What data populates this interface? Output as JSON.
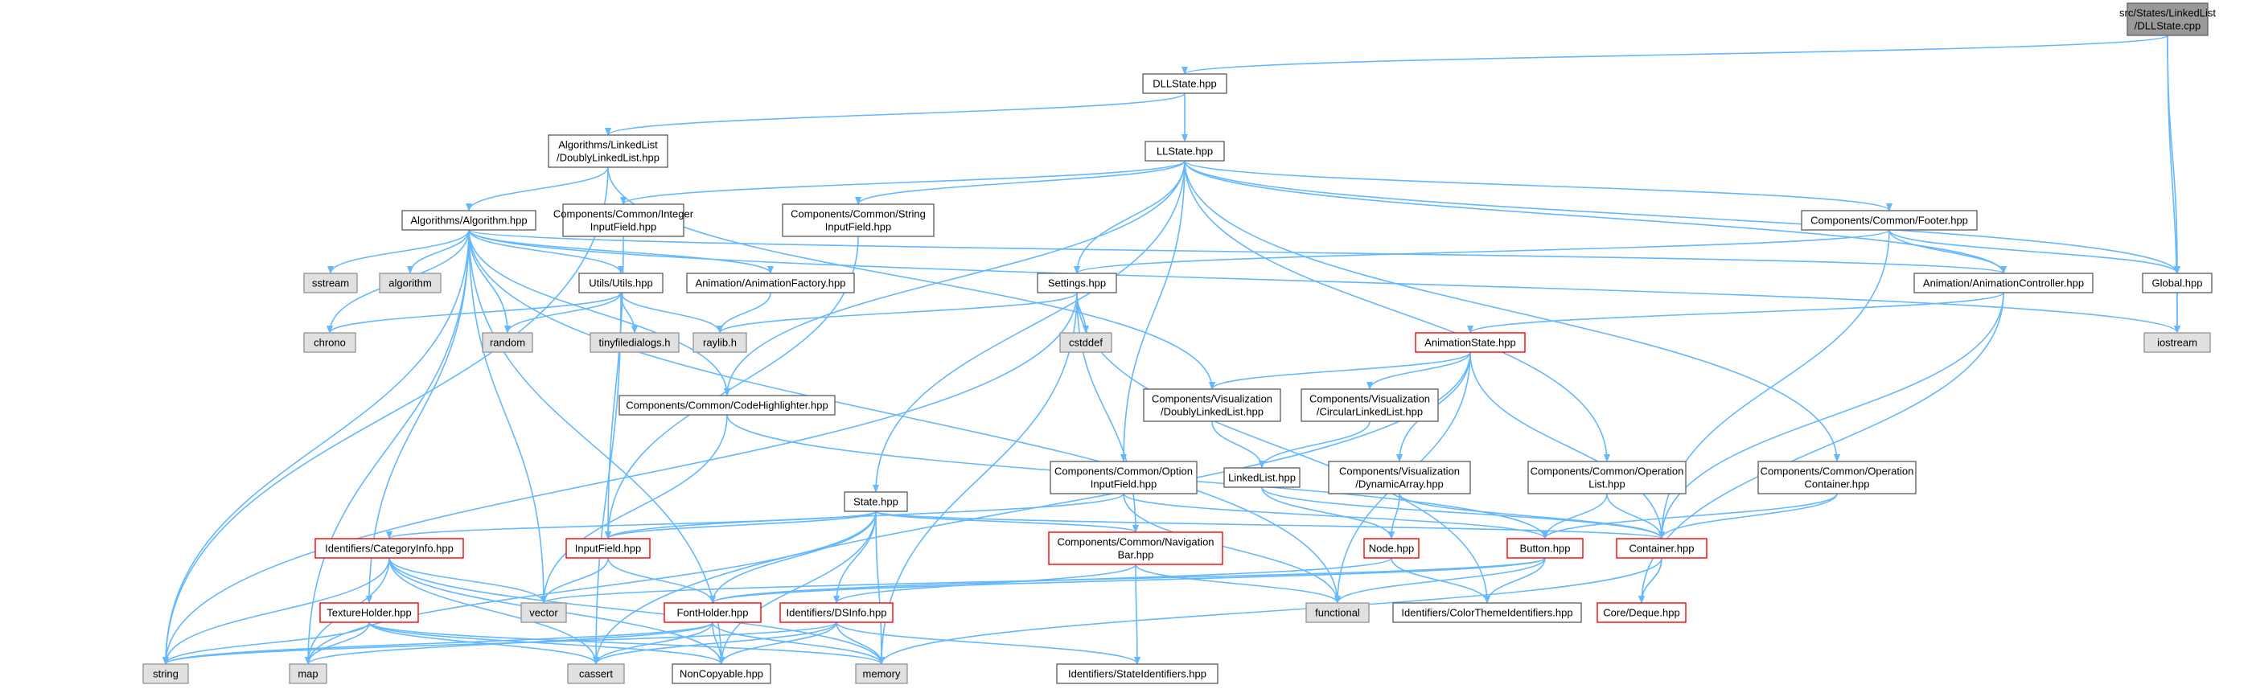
{
  "colors": {
    "edge": "#63b8ff",
    "root_fill": "#999999",
    "normal_fill": "#ffffff",
    "normal_border": "#666666",
    "truncated_border": "#ff0000",
    "system_fill": "#e0e0e0",
    "system_border": "#999999"
  },
  "nodes": [
    {
      "id": "root",
      "lines": [
        "src/States/LinkedList",
        "/DLLState.cpp"
      ],
      "kind": "root"
    },
    {
      "id": "dllstate",
      "lines": [
        "DLLState.hpp"
      ],
      "kind": "normal"
    },
    {
      "id": "dll_algo",
      "lines": [
        "Algorithms/LinkedList",
        "/DoublyLinkedList.hpp"
      ],
      "kind": "normal"
    },
    {
      "id": "llstate",
      "lines": [
        "LLState.hpp"
      ],
      "kind": "normal"
    },
    {
      "id": "algorithm_hpp",
      "lines": [
        "Algorithms/Algorithm.hpp"
      ],
      "kind": "normal"
    },
    {
      "id": "int_input",
      "lines": [
        "Components/Common/Integer",
        "InputField.hpp"
      ],
      "kind": "normal"
    },
    {
      "id": "str_input",
      "lines": [
        "Components/Common/String",
        "InputField.hpp"
      ],
      "kind": "normal"
    },
    {
      "id": "footer",
      "lines": [
        "Components/Common/Footer.hpp"
      ],
      "kind": "normal"
    },
    {
      "id": "global",
      "lines": [
        "Global.hpp"
      ],
      "kind": "normal"
    },
    {
      "id": "sstream",
      "lines": [
        "sstream"
      ],
      "kind": "system"
    },
    {
      "id": "algorithm_std",
      "lines": [
        "algorithm"
      ],
      "kind": "system"
    },
    {
      "id": "utils",
      "lines": [
        "Utils/Utils.hpp"
      ],
      "kind": "normal"
    },
    {
      "id": "anim_factory",
      "lines": [
        "Animation/AnimationFactory.hpp"
      ],
      "kind": "normal"
    },
    {
      "id": "settings",
      "lines": [
        "Settings.hpp"
      ],
      "kind": "normal"
    },
    {
      "id": "anim_ctrl",
      "lines": [
        "Animation/AnimationController.hpp"
      ],
      "kind": "normal"
    },
    {
      "id": "iostream",
      "lines": [
        "iostream"
      ],
      "kind": "system"
    },
    {
      "id": "chrono",
      "lines": [
        "chrono"
      ],
      "kind": "system"
    },
    {
      "id": "random",
      "lines": [
        "random"
      ],
      "kind": "system"
    },
    {
      "id": "tinyfd",
      "lines": [
        "tinyfiledialogs.h"
      ],
      "kind": "system"
    },
    {
      "id": "raylib",
      "lines": [
        "raylib.h"
      ],
      "kind": "system"
    },
    {
      "id": "cstddef",
      "lines": [
        "cstddef"
      ],
      "kind": "system"
    },
    {
      "id": "anim_state",
      "lines": [
        "AnimationState.hpp"
      ],
      "kind": "truncated"
    },
    {
      "id": "code_hl",
      "lines": [
        "Components/Common/CodeHighlighter.hpp"
      ],
      "kind": "normal"
    },
    {
      "id": "vis_dll",
      "lines": [
        "Components/Visualization",
        "/DoublyLinkedList.hpp"
      ],
      "kind": "normal"
    },
    {
      "id": "vis_cll",
      "lines": [
        "Components/Visualization",
        "/CircularLinkedList.hpp"
      ],
      "kind": "normal"
    },
    {
      "id": "linkedlist",
      "lines": [
        "LinkedList.hpp"
      ],
      "kind": "normal"
    },
    {
      "id": "vis_da",
      "lines": [
        "Components/Visualization",
        "/DynamicArray.hpp"
      ],
      "kind": "normal"
    },
    {
      "id": "opt_input",
      "lines": [
        "Components/Common/Option",
        "InputField.hpp"
      ],
      "kind": "normal"
    },
    {
      "id": "op_list",
      "lines": [
        "Components/Common/Operation",
        "List.hpp"
      ],
      "kind": "normal"
    },
    {
      "id": "op_container",
      "lines": [
        "Components/Common/Operation",
        "Container.hpp"
      ],
      "kind": "normal"
    },
    {
      "id": "state",
      "lines": [
        "State.hpp"
      ],
      "kind": "normal"
    },
    {
      "id": "cat_info",
      "lines": [
        "Identifiers/CategoryInfo.hpp"
      ],
      "kind": "truncated"
    },
    {
      "id": "inputfield",
      "lines": [
        "InputField.hpp"
      ],
      "kind": "truncated"
    },
    {
      "id": "navbar",
      "lines": [
        "Components/Common/Navigation",
        "Bar.hpp"
      ],
      "kind": "truncated"
    },
    {
      "id": "node_hpp",
      "lines": [
        "Node.hpp"
      ],
      "kind": "truncated"
    },
    {
      "id": "button",
      "lines": [
        "Button.hpp"
      ],
      "kind": "truncated"
    },
    {
      "id": "container",
      "lines": [
        "Container.hpp"
      ],
      "kind": "truncated"
    },
    {
      "id": "vector",
      "lines": [
        "vector"
      ],
      "kind": "system"
    },
    {
      "id": "functional",
      "lines": [
        "functional"
      ],
      "kind": "system"
    },
    {
      "id": "color_theme",
      "lines": [
        "Identifiers/ColorThemeIdentifiers.hpp"
      ],
      "kind": "normal"
    },
    {
      "id": "core_deque",
      "lines": [
        "Core/Deque.hpp"
      ],
      "kind": "truncated"
    },
    {
      "id": "texture",
      "lines": [
        "TextureHolder.hpp"
      ],
      "kind": "truncated"
    },
    {
      "id": "fontholder",
      "lines": [
        "FontHolder.hpp"
      ],
      "kind": "truncated"
    },
    {
      "id": "dsinfo",
      "lines": [
        "Identifiers/DSInfo.hpp"
      ],
      "kind": "truncated"
    },
    {
      "id": "string",
      "lines": [
        "string"
      ],
      "kind": "system"
    },
    {
      "id": "map",
      "lines": [
        "map"
      ],
      "kind": "system"
    },
    {
      "id": "cassert",
      "lines": [
        "cassert"
      ],
      "kind": "system"
    },
    {
      "id": "noncopyable",
      "lines": [
        "NonCopyable.hpp"
      ],
      "kind": "normal"
    },
    {
      "id": "memory",
      "lines": [
        "memory"
      ],
      "kind": "system"
    },
    {
      "id": "state_ids",
      "lines": [
        "Identifiers/StateIdentifiers.hpp"
      ],
      "kind": "normal"
    }
  ],
  "edges": [
    [
      "root",
      "dllstate"
    ],
    [
      "root",
      "global"
    ],
    [
      "root",
      "iostream"
    ],
    [
      "dllstate",
      "dll_algo"
    ],
    [
      "dllstate",
      "llstate"
    ],
    [
      "dll_algo",
      "algorithm_hpp"
    ],
    [
      "dll_algo",
      "string"
    ],
    [
      "dll_algo",
      "vis_dll"
    ],
    [
      "llstate",
      "int_input"
    ],
    [
      "llstate",
      "str_input"
    ],
    [
      "llstate",
      "footer"
    ],
    [
      "llstate",
      "global"
    ],
    [
      "llstate",
      "settings"
    ],
    [
      "llstate",
      "anim_ctrl"
    ],
    [
      "llstate",
      "code_hl"
    ],
    [
      "llstate",
      "opt_input"
    ],
    [
      "llstate",
      "op_list"
    ],
    [
      "llstate",
      "op_container"
    ],
    [
      "llstate",
      "state"
    ],
    [
      "algorithm_hpp",
      "sstream"
    ],
    [
      "algorithm_hpp",
      "algorithm_std"
    ],
    [
      "algorithm_hpp",
      "utils"
    ],
    [
      "algorithm_hpp",
      "anim_factory"
    ],
    [
      "algorithm_hpp",
      "anim_ctrl"
    ],
    [
      "algorithm_hpp",
      "chrono"
    ],
    [
      "algorithm_hpp",
      "random"
    ],
    [
      "algorithm_hpp",
      "code_hl"
    ],
    [
      "algorithm_hpp",
      "vector"
    ],
    [
      "algorithm_hpp",
      "string"
    ],
    [
      "algorithm_hpp",
      "map"
    ],
    [
      "algorithm_hpp",
      "iostream"
    ],
    [
      "algorithm_hpp",
      "functional"
    ],
    [
      "algorithm_hpp",
      "texture"
    ],
    [
      "algorithm_hpp",
      "noncopyable"
    ],
    [
      "int_input",
      "inputfield"
    ],
    [
      "str_input",
      "inputfield"
    ],
    [
      "footer",
      "settings"
    ],
    [
      "footer",
      "anim_ctrl"
    ],
    [
      "footer",
      "global"
    ],
    [
      "footer",
      "container"
    ],
    [
      "global",
      "iostream"
    ],
    [
      "utils",
      "chrono"
    ],
    [
      "utils",
      "random"
    ],
    [
      "utils",
      "tinyfd"
    ],
    [
      "utils",
      "raylib"
    ],
    [
      "utils",
      "cassert"
    ],
    [
      "anim_factory",
      "raylib"
    ],
    [
      "settings",
      "raylib"
    ],
    [
      "settings",
      "cstddef"
    ],
    [
      "settings",
      "string"
    ],
    [
      "settings",
      "navbar"
    ],
    [
      "settings",
      "memory"
    ],
    [
      "settings",
      "color_theme"
    ],
    [
      "anim_ctrl",
      "anim_state"
    ],
    [
      "anim_ctrl",
      "container"
    ],
    [
      "anim_ctrl",
      "core_deque"
    ],
    [
      "anim_state",
      "vis_dll"
    ],
    [
      "anim_state",
      "vis_cll"
    ],
    [
      "anim_state",
      "vis_da"
    ],
    [
      "anim_state",
      "container"
    ],
    [
      "anim_state",
      "cassert"
    ],
    [
      "anim_state",
      "functional"
    ],
    [
      "code_hl",
      "vector"
    ],
    [
      "code_hl",
      "button"
    ],
    [
      "vis_dll",
      "linkedlist"
    ],
    [
      "vis_cll",
      "linkedlist"
    ],
    [
      "linkedlist",
      "node_hpp"
    ],
    [
      "linkedlist",
      "container"
    ],
    [
      "vis_da",
      "node_hpp"
    ],
    [
      "vis_da",
      "container"
    ],
    [
      "opt_input",
      "inputfield"
    ],
    [
      "opt_input",
      "button"
    ],
    [
      "opt_input",
      "functional"
    ],
    [
      "op_list",
      "button"
    ],
    [
      "op_list",
      "container"
    ],
    [
      "op_container",
      "button"
    ],
    [
      "op_container",
      "container"
    ],
    [
      "state",
      "cat_info"
    ],
    [
      "state",
      "inputfield"
    ],
    [
      "state",
      "navbar"
    ],
    [
      "state",
      "fontholder"
    ],
    [
      "state",
      "dsinfo"
    ],
    [
      "state",
      "memory"
    ],
    [
      "state",
      "map"
    ],
    [
      "state",
      "container"
    ],
    [
      "state",
      "noncopyable"
    ],
    [
      "cat_info",
      "vector"
    ],
    [
      "cat_info",
      "string"
    ],
    [
      "cat_info",
      "map"
    ],
    [
      "cat_info",
      "cassert"
    ],
    [
      "cat_info",
      "noncopyable"
    ],
    [
      "cat_info",
      "memory"
    ],
    [
      "inputfield",
      "fontholder"
    ],
    [
      "inputfield",
      "vector"
    ],
    [
      "navbar",
      "dsinfo"
    ],
    [
      "navbar",
      "state_ids"
    ],
    [
      "navbar",
      "functional"
    ],
    [
      "node_hpp",
      "fontholder"
    ],
    [
      "node_hpp",
      "color_theme"
    ],
    [
      "button",
      "fontholder"
    ],
    [
      "button",
      "functional"
    ],
    [
      "button",
      "color_theme"
    ],
    [
      "button",
      "vector"
    ],
    [
      "container",
      "core_deque"
    ],
    [
      "container",
      "memory"
    ],
    [
      "container",
      "core_deque"
    ],
    [
      "texture",
      "string"
    ],
    [
      "texture",
      "map"
    ],
    [
      "texture",
      "cassert"
    ],
    [
      "texture",
      "noncopyable"
    ],
    [
      "texture",
      "memory"
    ],
    [
      "fontholder",
      "string"
    ],
    [
      "fontholder",
      "map"
    ],
    [
      "fontholder",
      "cassert"
    ],
    [
      "fontholder",
      "noncopyable"
    ],
    [
      "fontholder",
      "memory"
    ],
    [
      "dsinfo",
      "string"
    ],
    [
      "dsinfo",
      "cassert"
    ],
    [
      "dsinfo",
      "noncopyable"
    ],
    [
      "dsinfo",
      "memory"
    ],
    [
      "dsinfo",
      "state_ids"
    ]
  ]
}
